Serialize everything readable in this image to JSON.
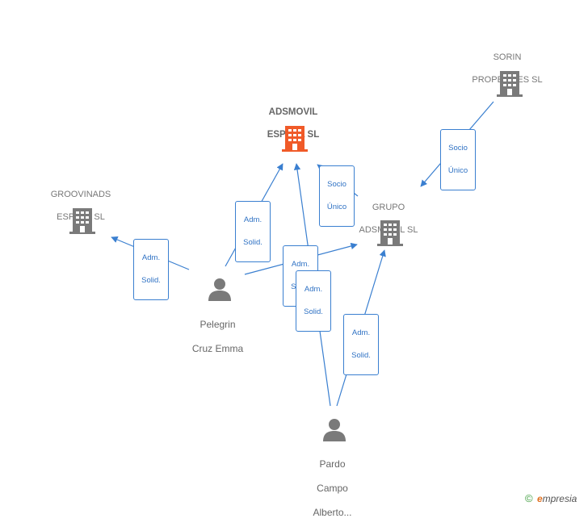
{
  "companies": {
    "adsmovil": {
      "line1": "ADSMOVIL",
      "line2": "ESPAÑA  SL"
    },
    "groovinads": {
      "line1": "GROOVINADS",
      "line2": "ESPAÑA  SL"
    },
    "grupo": {
      "line1": "GRUPO",
      "line2": "ADSMOVIL  SL"
    },
    "sorin": {
      "line1": "SORIN",
      "line2": "PROPERTIES SL"
    }
  },
  "persons": {
    "pelegrin": {
      "line1": "Pelegrin",
      "line2": "Cruz Emma"
    },
    "pardo": {
      "line1": "Pardo",
      "line2": "Campo",
      "line3": "Alberto..."
    }
  },
  "edge_labels": {
    "pel_groov": {
      "line1": "Adm.",
      "line2": "Solid."
    },
    "pel_ads": {
      "line1": "Adm.",
      "line2": "Solid."
    },
    "pel_grupo": {
      "line1": "Adm.",
      "line2": "Solid."
    },
    "pardo_ads": {
      "line1": "Adm.",
      "line2": "Solid."
    },
    "pardo_grupo": {
      "line1": "Adm.",
      "line2": "Solid."
    },
    "grupo_ads": {
      "line1": "Socio",
      "line2": "Único"
    },
    "sorin_grupo": {
      "line1": "Socio",
      "line2": "Único"
    }
  },
  "footer": {
    "copyright": "©",
    "brand_e": "e",
    "brand_rest": "mpresia"
  },
  "colors": {
    "main_company": "#f05a28",
    "company": "#7a7a7a",
    "person": "#7a7a7a",
    "edge": "#3a7fd0"
  },
  "icons": {
    "company": "building-icon",
    "person": "person-icon"
  }
}
